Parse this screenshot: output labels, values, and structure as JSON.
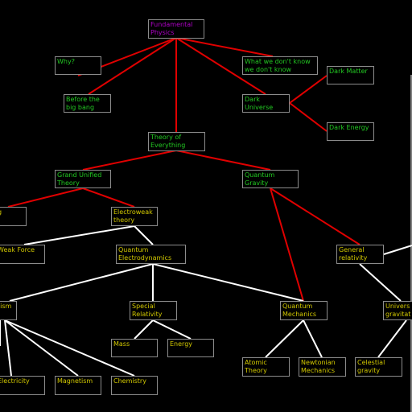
{
  "colors": {
    "background": "#000000",
    "red_edge": "#e00000",
    "white_edge": "#ffffff",
    "root_text": "#b000c8",
    "green_text": "#22c822",
    "yellow_text": "#d2c800",
    "border": "#8c8c8c"
  },
  "nodes": {
    "fundamental_physics": "Fundamental\nPhysics",
    "why": "Why?",
    "what_we_dont_know": "What we don't know\nwe don't know",
    "before_big_bang": "Before the\nbig bang",
    "dark_universe": "Dark\nUniverse",
    "dark_matter": "Dark Matter",
    "dark_energy": "Dark Energy",
    "theory_of_everything": "Theory of\nEverything",
    "grand_unified_theory": "Grand Unified\nTheory",
    "quantum_gravity": "Quantum\nGravity",
    "strong_partial": "g",
    "electroweak_theory": "Electroweak\ntheory",
    "weak_force": "Weak Force",
    "quantum_electrodynamics": "Quantum\nElectrodynamics",
    "general_relativity": "General\nrelativity",
    "electromagnetism_partial": "tism",
    "special_relativity": "Special\nRelativity",
    "quantum_mechanics": "Quantum\nMechanics",
    "universal_gravitation": "Univers\ngravitat",
    "mass": "Mass",
    "energy": "Energy",
    "atomic_theory": "Atomic\nTheory",
    "newtonian_mechanics": "Newtonian\nMechanics",
    "celestial_gravity": "Celestial\ngravity",
    "electricity": "Electricity",
    "magnetism": "Magnetism",
    "chemistry": "Chemistry"
  }
}
